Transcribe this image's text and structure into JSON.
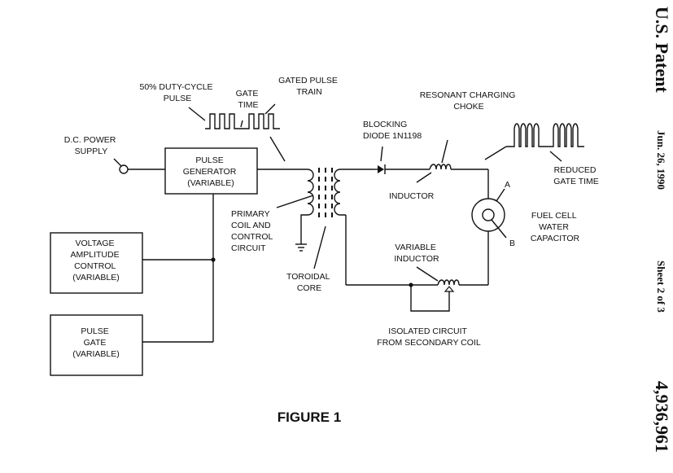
{
  "header": {
    "patent": "U.S. Patent",
    "date": "Jun. 26, 1990",
    "sheet": "Sheet 2 of 3",
    "number": "4,936,961"
  },
  "figure_caption": "FIGURE 1",
  "labels": {
    "dc_power": [
      "D.C. POWER",
      "SUPPLY"
    ],
    "duty_cycle": [
      "50% DUTY-CYCLE",
      "PULSE"
    ],
    "gate_time": [
      "GATE",
      "TIME"
    ],
    "gated_pulse": [
      "GATED PULSE",
      "TRAIN"
    ],
    "pulse_generator": [
      "PULSE",
      "GENERATOR",
      "(VARIABLE)"
    ],
    "voltage_amp": [
      "VOLTAGE",
      "AMPLITUDE",
      "CONTROL",
      "(VARIABLE)"
    ],
    "pulse_gate": [
      "PULSE",
      "GATE",
      "(VARIABLE)"
    ],
    "primary_coil": [
      "PRIMARY",
      "COIL AND",
      "CONTROL",
      "CIRCUIT"
    ],
    "toroidal": [
      "TOROIDAL",
      "CORE"
    ],
    "blocking_diode": [
      "BLOCKING",
      "DIODE 1N1198"
    ],
    "resonant": [
      "RESONANT CHARGING",
      "CHOKE"
    ],
    "inductor": "INDUCTOR",
    "variable_inductor": [
      "VARIABLE",
      "INDUCTOR"
    ],
    "isolated": [
      "ISOLATED CIRCUIT",
      "FROM SECONDARY COIL"
    ],
    "reduced_gate": [
      "REDUCED",
      "GATE TIME"
    ],
    "fuel_cell": [
      "FUEL CELL",
      "WATER",
      "CAPACITOR"
    ],
    "term_a": "A",
    "term_b": "B"
  }
}
